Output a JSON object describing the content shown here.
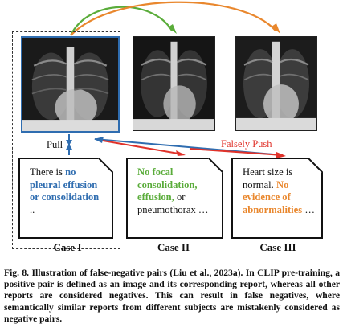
{
  "figure": {
    "cases": [
      {
        "label": "Case I",
        "report_parts": [
          {
            "text": "There is ",
            "style": "plain"
          },
          {
            "text": "no pleural effusion or consolidation",
            "style": "blue"
          },
          {
            "text": " ..",
            "style": "plain"
          }
        ]
      },
      {
        "label": "Case II",
        "report_parts": [
          {
            "text": "No focal consolidation, effusion,",
            "style": "green"
          },
          {
            "text": " or pneumothorax …",
            "style": "plain"
          }
        ]
      },
      {
        "label": "Case III",
        "report_parts": [
          {
            "text": "Heart size is normal. ",
            "style": "plain"
          },
          {
            "text": "No evidence of abnormalities",
            "style": "orange"
          },
          {
            "text": " …",
            "style": "plain"
          }
        ]
      }
    ],
    "pull_label": "Pull",
    "push_label": "Falsely Push",
    "colors": {
      "blue": "#2f6db0",
      "green": "#5aac3a",
      "orange": "#e9872d",
      "red": "#e0322a"
    },
    "caption": "Fig. 8. Illustration of false-negative pairs (Liu et al., 2023a). In CLIP pre-training, a positive pair is defined as an image and its corresponding report, whereas all other reports are considered negatives. This can result in false negatives, where semantically similar reports from different subjects are mistakenly considered as negative pairs."
  }
}
